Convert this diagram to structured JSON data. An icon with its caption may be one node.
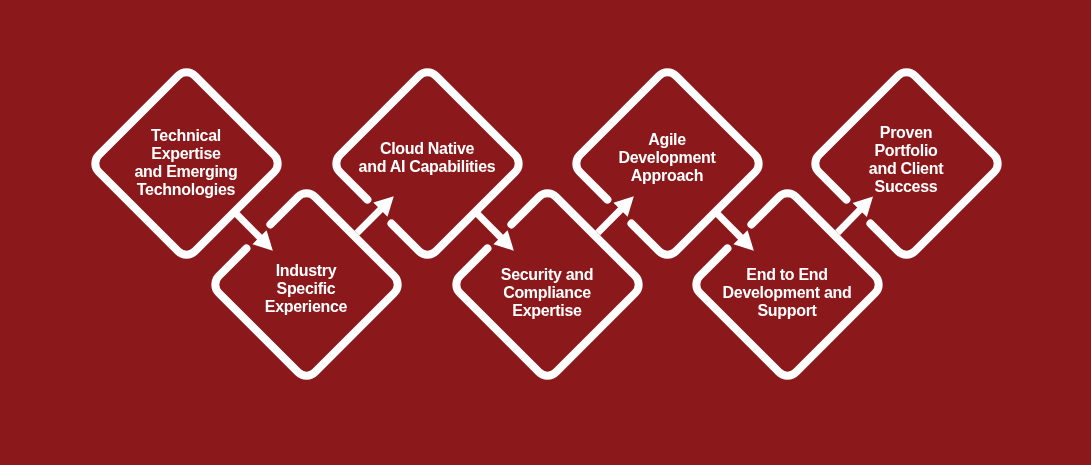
{
  "diagram": {
    "nodes": [
      {
        "text": [
          "Technical Expertise and Emerging Technologies"
        ]
      },
      {
        "text": [
          "Industry Specific Experience"
        ]
      },
      {
        "text": [
          "Cloud Native and AI Capabilities"
        ]
      },
      {
        "text": [
          "Security and Compliance Expertise"
        ]
      },
      {
        "text": [
          "Agile Development Approach"
        ]
      },
      {
        "text": [
          "End to End Development and Support"
        ]
      },
      {
        "text": [
          "Proven Portfolio and Client Success"
        ]
      }
    ],
    "edges": [
      {
        "from": 0,
        "to": 1,
        "arrow": "to"
      },
      {
        "from": 1,
        "to": 2,
        "arrow": "to"
      },
      {
        "from": 2,
        "to": 3,
        "arrow": "to"
      },
      {
        "from": 3,
        "to": 4,
        "arrow": "to"
      },
      {
        "from": 4,
        "to": 5,
        "arrow": "to"
      },
      {
        "from": 5,
        "to": 6,
        "arrow": "to"
      }
    ]
  }
}
